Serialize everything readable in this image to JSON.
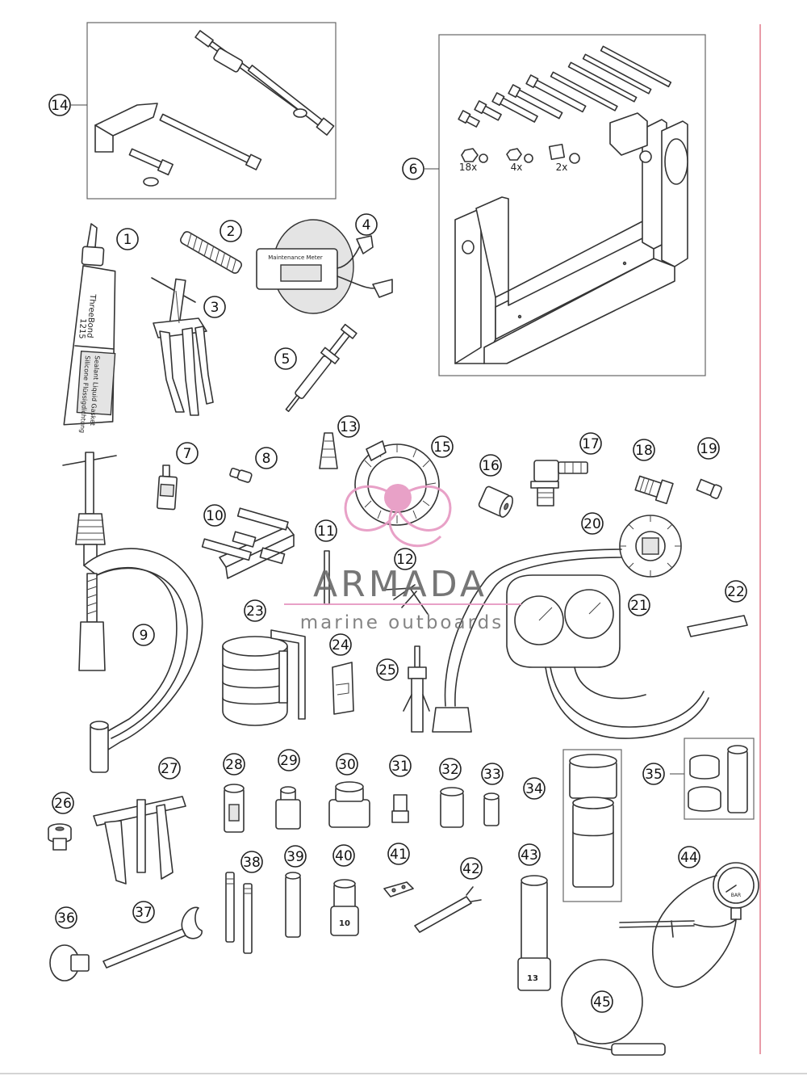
{
  "diagram": {
    "callouts": [
      "1",
      "2",
      "3",
      "4",
      "5",
      "6",
      "7",
      "8",
      "9",
      "10",
      "11",
      "12",
      "13",
      "14",
      "15",
      "16",
      "17",
      "18",
      "19",
      "20",
      "21",
      "22",
      "23",
      "24",
      "25",
      "26",
      "27",
      "28",
      "29",
      "30",
      "31",
      "32",
      "33",
      "34",
      "35",
      "36",
      "37",
      "38",
      "39",
      "40",
      "41",
      "42",
      "43",
      "44",
      "45"
    ],
    "quantities": [
      "18x",
      "4x",
      "2x"
    ],
    "tube": {
      "brand": "ThreeBond",
      "code": "1215",
      "line1": "Sealant Liquid Gasket",
      "line2": "Silicone Flüssigdichtung"
    },
    "meter": {
      "title": "Maintenance Meter"
    },
    "socket_sizes": [
      "10",
      "13"
    ],
    "gauge_unit": "BAR"
  },
  "watermark": {
    "brand": "ARMADA",
    "tagline": "marine outboards",
    "accent_color": "#e79ac3"
  },
  "colors": {
    "line": "#333333",
    "edge_rule": "#e07a8c"
  }
}
